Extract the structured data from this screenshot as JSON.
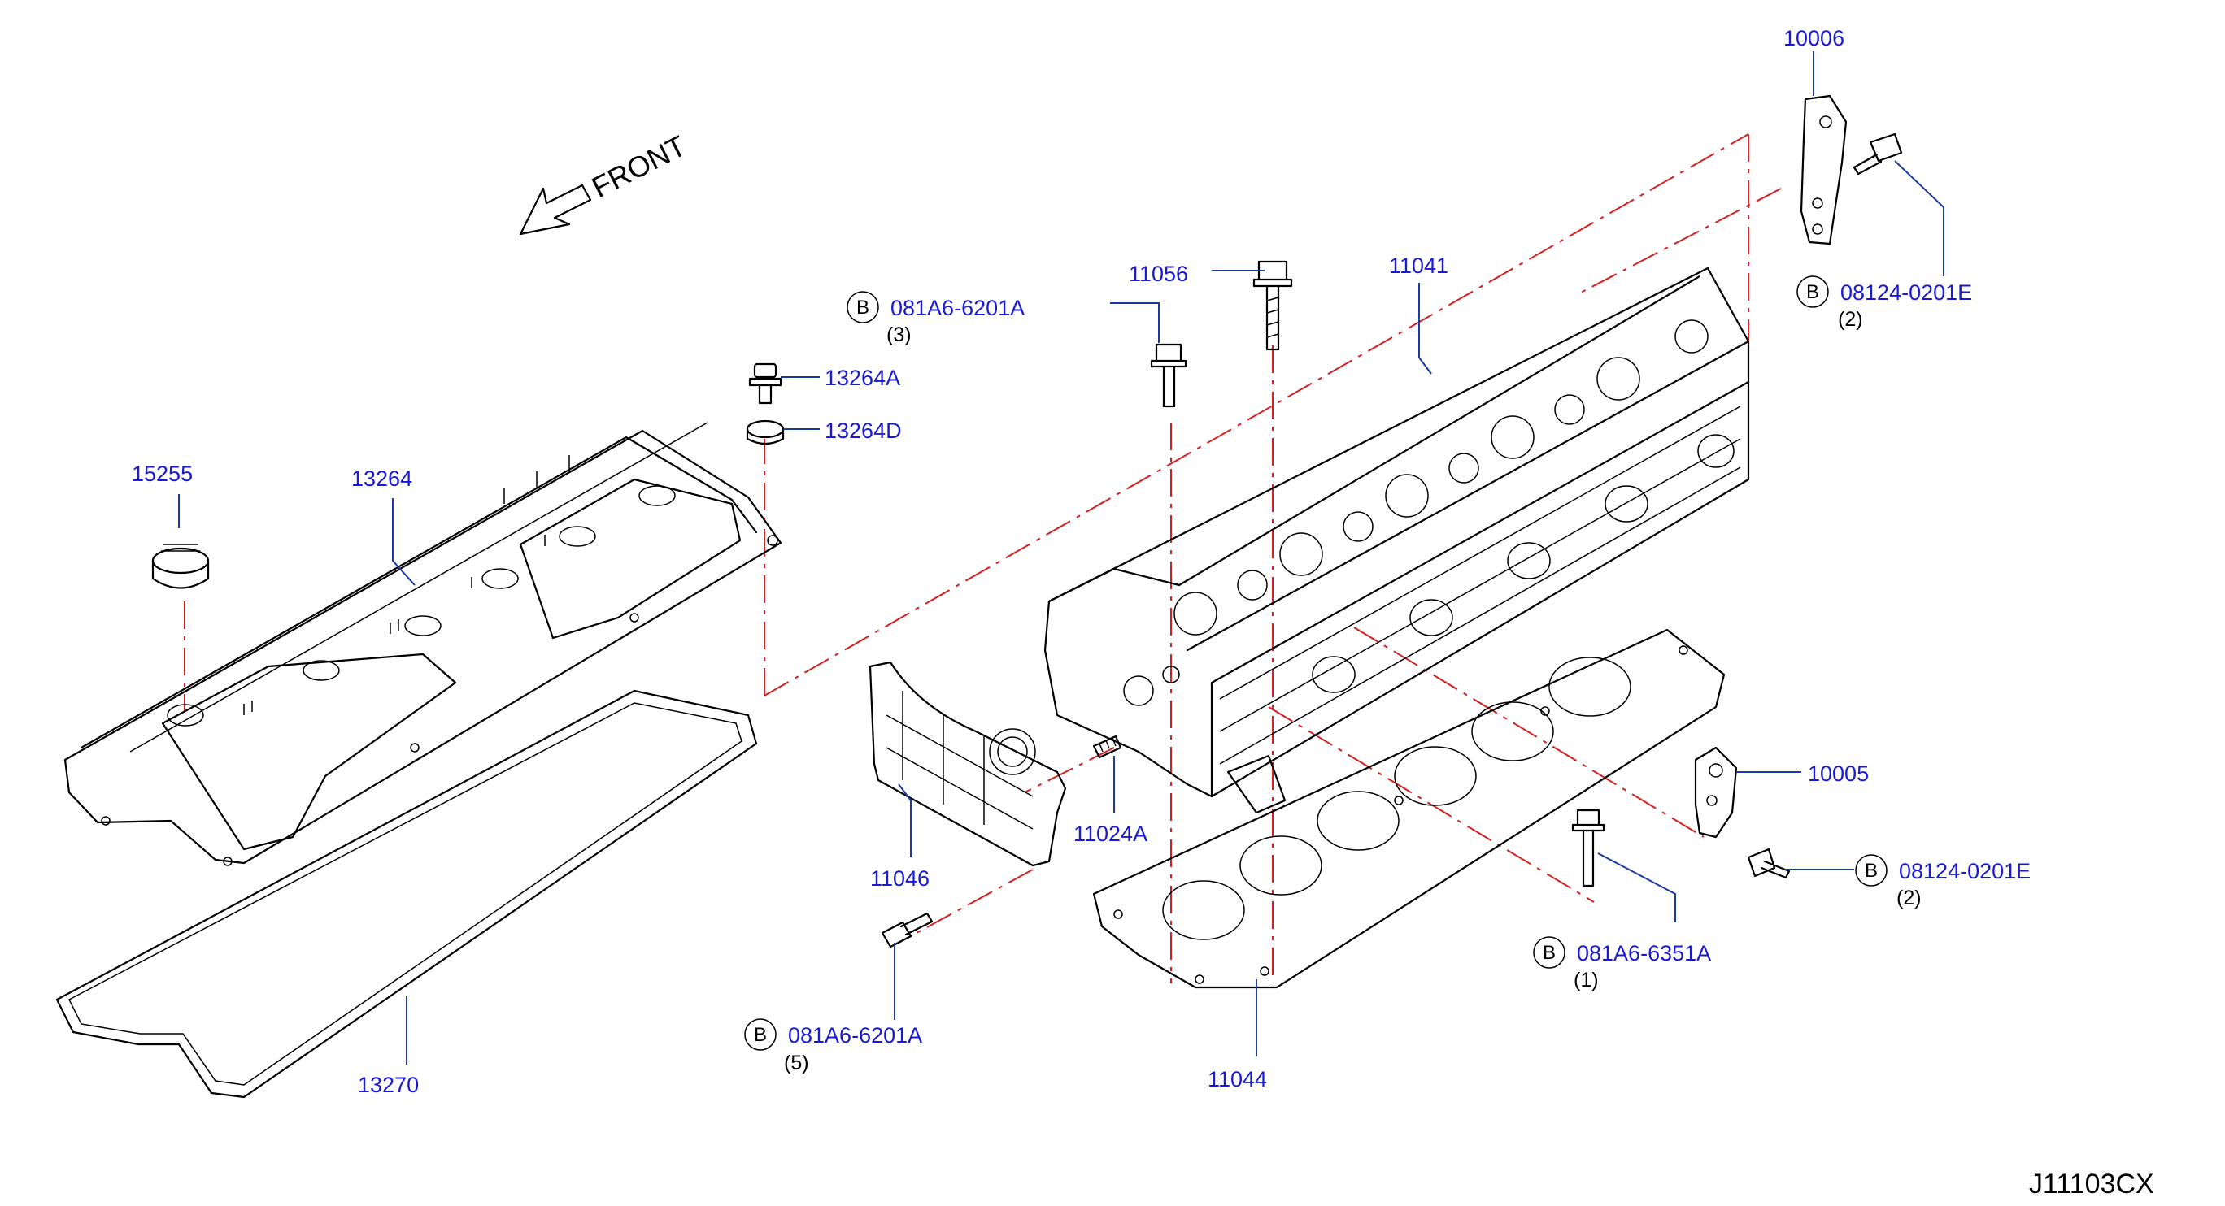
{
  "diagram": {
    "front_label": "FRONT",
    "code": "J11103CX",
    "colors": {
      "part_number": "#1a1ad6",
      "line": "#000000",
      "dash": "#d42020",
      "leader": "#1a3aa0"
    },
    "parts": {
      "p10006": "10006",
      "p11041": "11041",
      "p11056": "11056",
      "p13264": "13264",
      "p15255": "15255",
      "p13264A": "13264A",
      "p13264D": "13264D",
      "p11046": "11046",
      "p11024A": "11024A",
      "p10005": "10005",
      "p11044": "11044",
      "p13270": "13270"
    },
    "bolts": {
      "b1": {
        "circle": "B",
        "part": "081A6-6201A",
        "qty": "(3)"
      },
      "b2": {
        "circle": "B",
        "part": "08124-0201E",
        "qty": "(2)"
      },
      "b3": {
        "circle": "B",
        "part": "08124-0201E",
        "qty": "(2)"
      },
      "b4": {
        "circle": "B",
        "part": "081A6-6351A",
        "qty": "(1)"
      },
      "b5": {
        "circle": "B",
        "part": "081A6-6201A",
        "qty": "(5)"
      }
    }
  }
}
